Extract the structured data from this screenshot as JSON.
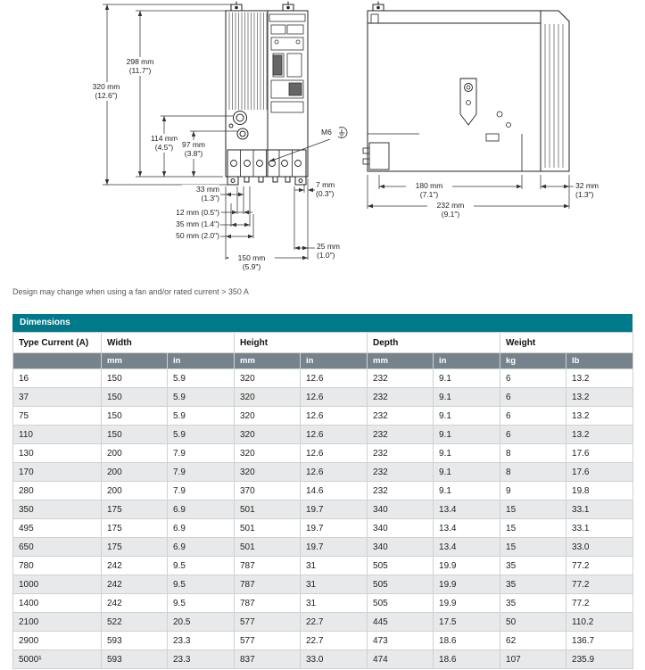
{
  "note": "Design may change when using a fan and/or rated current > 350 A",
  "drawing": {
    "front": {
      "dim_298": "298 mm\n(11.7\")",
      "dim_320": "320 mm\n(12.6\")",
      "dim_114": "114 mm\n(4.5\")",
      "dim_97": "97 mm\n(3.8\")",
      "dim_m6": "M6",
      "dim_33": "33 mm\n(1.3\")",
      "dim_7": "7 mm\n(0.3\")",
      "dim_12": "12 mm (0.5\")",
      "dim_35": "35 mm (1.4\")",
      "dim_50": "50 mm (2.0\")",
      "dim_25": "25 mm\n(1.0\")",
      "dim_150": "150 mm\n(5.9\")"
    },
    "side": {
      "dim_180": "180 mm\n(7.1\")",
      "dim_32": "32 mm\n(1.3\")",
      "dim_232": "232 mm\n(9.1\")"
    }
  },
  "table": {
    "title": "Dimensions",
    "groups": [
      {
        "label": "Type Current (A)"
      },
      {
        "label": "Width"
      },
      {
        "label": "Height"
      },
      {
        "label": "Depth"
      },
      {
        "label": "Weight"
      }
    ],
    "sub_headers": [
      "",
      "mm",
      "in",
      "mm",
      "in",
      "mm",
      "in",
      "kg",
      "lb"
    ],
    "rows": [
      [
        "16",
        "150",
        "5.9",
        "320",
        "12.6",
        "232",
        "9.1",
        "6",
        "13.2"
      ],
      [
        "37",
        "150",
        "5.9",
        "320",
        "12.6",
        "232",
        "9.1",
        "6",
        "13.2"
      ],
      [
        "75",
        "150",
        "5.9",
        "320",
        "12.6",
        "232",
        "9.1",
        "6",
        "13.2"
      ],
      [
        "110",
        "150",
        "5.9",
        "320",
        "12.6",
        "232",
        "9.1",
        "6",
        "13.2"
      ],
      [
        "130",
        "200",
        "7.9",
        "320",
        "12.6",
        "232",
        "9.1",
        "8",
        "17.6"
      ],
      [
        "170",
        "200",
        "7.9",
        "320",
        "12.6",
        "232",
        "9.1",
        "8",
        "17.6"
      ],
      [
        "280",
        "200",
        "7.9",
        "370",
        "14.6",
        "232",
        "9.1",
        "9",
        "19.8"
      ],
      [
        "350",
        "175",
        "6.9",
        "501",
        "19.7",
        "340",
        "13.4",
        "15",
        "33.1"
      ],
      [
        "495",
        "175",
        "6.9",
        "501",
        "19.7",
        "340",
        "13.4",
        "15",
        "33.1"
      ],
      [
        "650",
        "175",
        "6.9",
        "501",
        "19.7",
        "340",
        "13.4",
        "15",
        "33.0"
      ],
      [
        "780",
        "242",
        "9.5",
        "787",
        "31",
        "505",
        "19.9",
        "35",
        "77.2"
      ],
      [
        "1000",
        "242",
        "9.5",
        "787",
        "31",
        "505",
        "19.9",
        "35",
        "77.2"
      ],
      [
        "1400",
        "242",
        "9.5",
        "787",
        "31",
        "505",
        "19.9",
        "35",
        "77.2"
      ],
      [
        "2100",
        "522",
        "20.5",
        "577",
        "22.7",
        "445",
        "17.5",
        "50",
        "110.2"
      ],
      [
        "2900",
        "593",
        "23.3",
        "577",
        "22.7",
        "473",
        "18.6",
        "62",
        "136.7"
      ],
      [
        "5000¹",
        "593",
        "23.3",
        "837",
        "33.0",
        "474",
        "18.6",
        "107",
        "235.9"
      ]
    ]
  }
}
